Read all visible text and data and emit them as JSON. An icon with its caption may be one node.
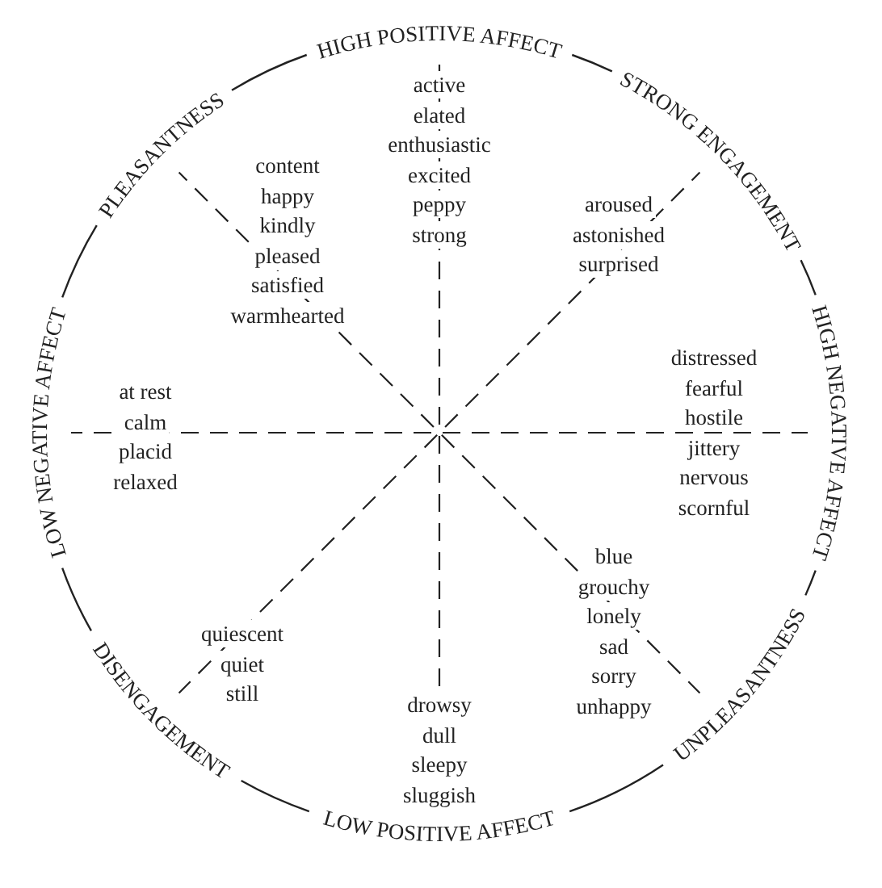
{
  "diagram": {
    "labels": [
      "HIGH POSITIVE AFFECT",
      "active",
      "elated",
      "enthusiastic",
      "excited",
      "peppy",
      "strong",
      "PLEASANTNESS",
      "STRONG ENGAGEMENT",
      "content",
      "happy",
      "kindly",
      "pleased",
      "satisfied",
      "warmhearted",
      "aroused",
      "astonished",
      "surprised",
      "LOW NEGATIVE AFFECT",
      "HIGH NEGATIVE AFFECT",
      "at rest",
      "calm",
      "placid",
      "relaxed",
      "distressed",
      "fearful",
      "hostile",
      "jittery",
      "nervous",
      "scornful",
      "blue",
      "grouchy",
      "lonely",
      "sad",
      "sorry",
      "unhappy",
      "quiescent",
      "quiet",
      "still",
      "DISENGAGEMENT",
      "UNPLEASANTNESS",
      "drowsy",
      "dull",
      "sleepy",
      "sluggish",
      "LOW POSITIVE AFFECT"
    ]
  }
}
